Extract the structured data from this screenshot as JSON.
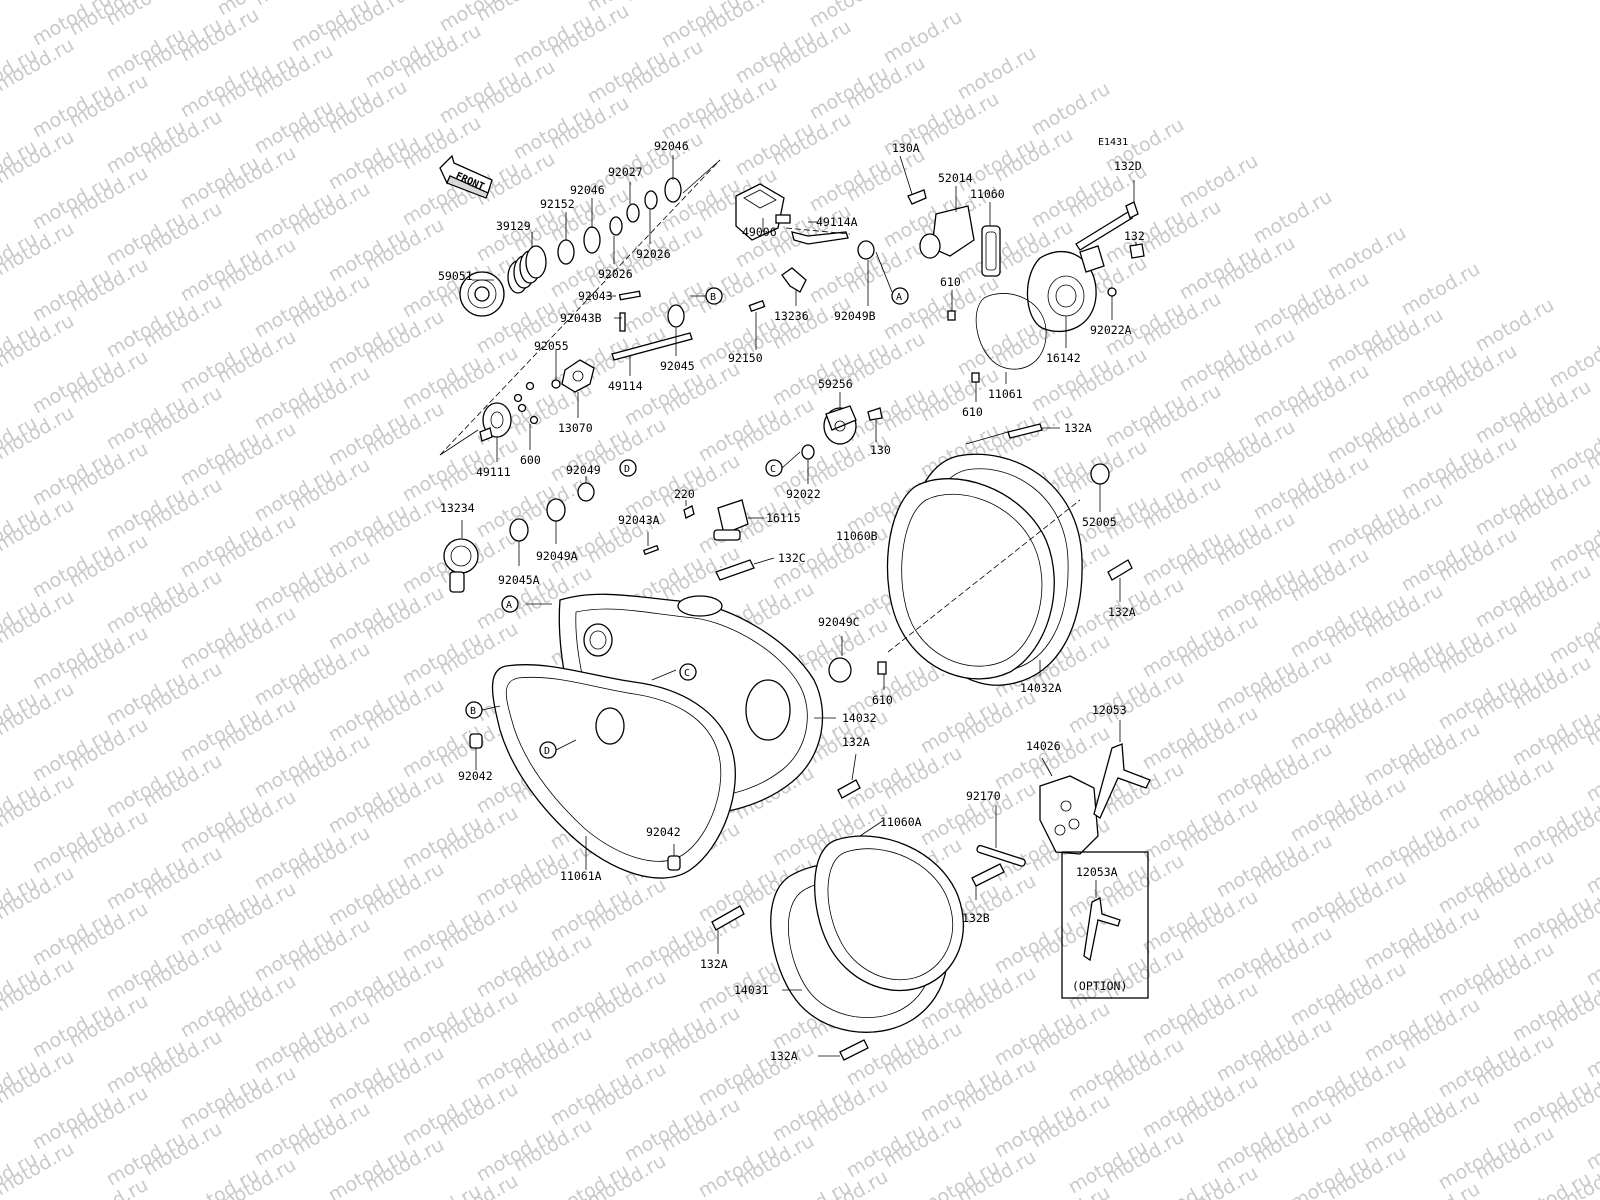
{
  "diagram": {
    "watermark_text": "motod.ru",
    "figure_code": "E1431",
    "front_label": "FRONT",
    "option_label": "(OPTION)",
    "ink_color": "#000000",
    "watermark_color": "#c9c9c9",
    "parts": {
      "p92046a": "92046",
      "p92027": "92027",
      "p92046b": "92046",
      "p92152": "92152",
      "p39129": "39129",
      "p59051": "59051",
      "p92026a": "92026",
      "p92026b": "92026",
      "p49006": "49006",
      "p49114A": "49114A",
      "p92043": "92043",
      "p92043B": "92043B",
      "p92045a": "92045",
      "p49114": "49114",
      "p92055": "92055",
      "p13070": "13070",
      "p600": "600",
      "p49111": "49111",
      "p92150": "92150",
      "p13236": "13236",
      "p92049B": "92049B",
      "p130A": "130A",
      "p52014": "52014",
      "p11060": "11060",
      "p132D": "132D",
      "p132": "132",
      "p610a": "610",
      "p92022A": "92022A",
      "p16142": "16142",
      "p11061": "11061",
      "p610b": "610",
      "p59256": "59256",
      "p130": "130",
      "p92022": "92022",
      "p132Aa": "132A",
      "p92049": "92049",
      "p220": "220",
      "p16115": "16115",
      "p92043A": "92043A",
      "p13234": "13234",
      "p92049A": "92049A",
      "p92045A": "92045A",
      "p132C": "132C",
      "p11060B": "11060B",
      "p52005": "52005",
      "p132Ab": "132A",
      "p92049C": "92049C",
      "p610c": "610",
      "p14032A": "14032A",
      "p14032": "14032",
      "p132Ac": "132A",
      "p92042a": "92042",
      "p92042b": "92042",
      "p11061A": "11061A",
      "p11060A": "11060A",
      "p132Ad": "132A",
      "p14031": "14031",
      "p132Ae": "132A",
      "p14026": "14026",
      "p12053": "12053",
      "p92170": "92170",
      "p132B": "132B",
      "p12053A": "12053A"
    },
    "refs": {
      "rA1": "A",
      "rB1": "B",
      "rC1": "C",
      "rD1": "D",
      "rA2": "A",
      "rB2": "B",
      "rC2": "C",
      "rD2": "D"
    }
  }
}
